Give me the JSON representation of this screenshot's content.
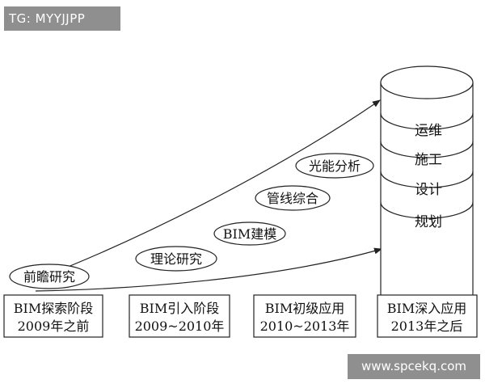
{
  "watermarks": {
    "top_left": "TG: MYYJJPP",
    "bottom_right": "www.spcekq.com"
  },
  "stages": [
    {
      "line1": "BIM探索阶段",
      "line2": "2009年之前"
    },
    {
      "line1": "BIM引入阶段",
      "line2": "2009~2010年"
    },
    {
      "line1": "BIM初级应用",
      "line2": "2010~2013年"
    },
    {
      "line1": "BIM深入应用",
      "line2": "2013年之后"
    }
  ],
  "milestones": [
    "前瞻研究",
    "理论研究",
    "BIM建模",
    "管线综合",
    "光能分析"
  ],
  "cylinder_layers": [
    "运维",
    "施工",
    "设计",
    "规划"
  ],
  "colors": {
    "line": "#222222",
    "watermark_bg": "#8f8f8f"
  }
}
